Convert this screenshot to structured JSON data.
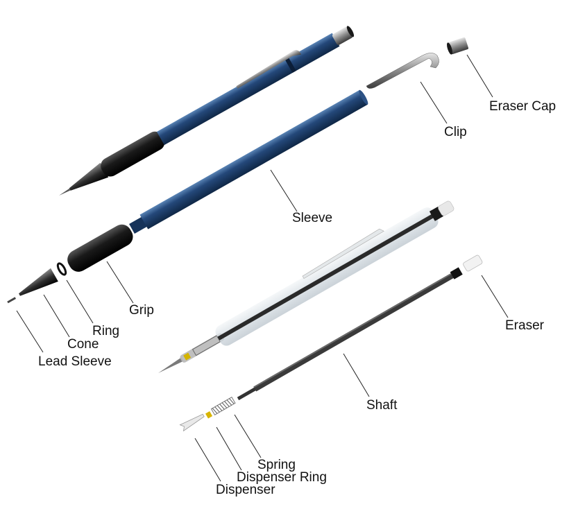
{
  "labels": {
    "eraser_cap": "Eraser Cap",
    "clip": "Clip",
    "sleeve": "Sleeve",
    "grip": "Grip",
    "ring": "Ring",
    "cone": "Cone",
    "lead_sleeve": "Lead Sleeve",
    "eraser": "Eraser",
    "shaft": "Shaft",
    "spring": "Spring",
    "dispenser_ring": "Dispenser Ring",
    "dispenser": "Dispenser"
  },
  "colors": {
    "sleeve_blue": "#1d3f6e",
    "sleeve_highlight": "#4f78a8",
    "grip_black": "#1a1a1a",
    "metal": "#9a9a9a",
    "shaft_dark": "#2a2a2a",
    "transparent_tube": "#cfd7dd"
  }
}
